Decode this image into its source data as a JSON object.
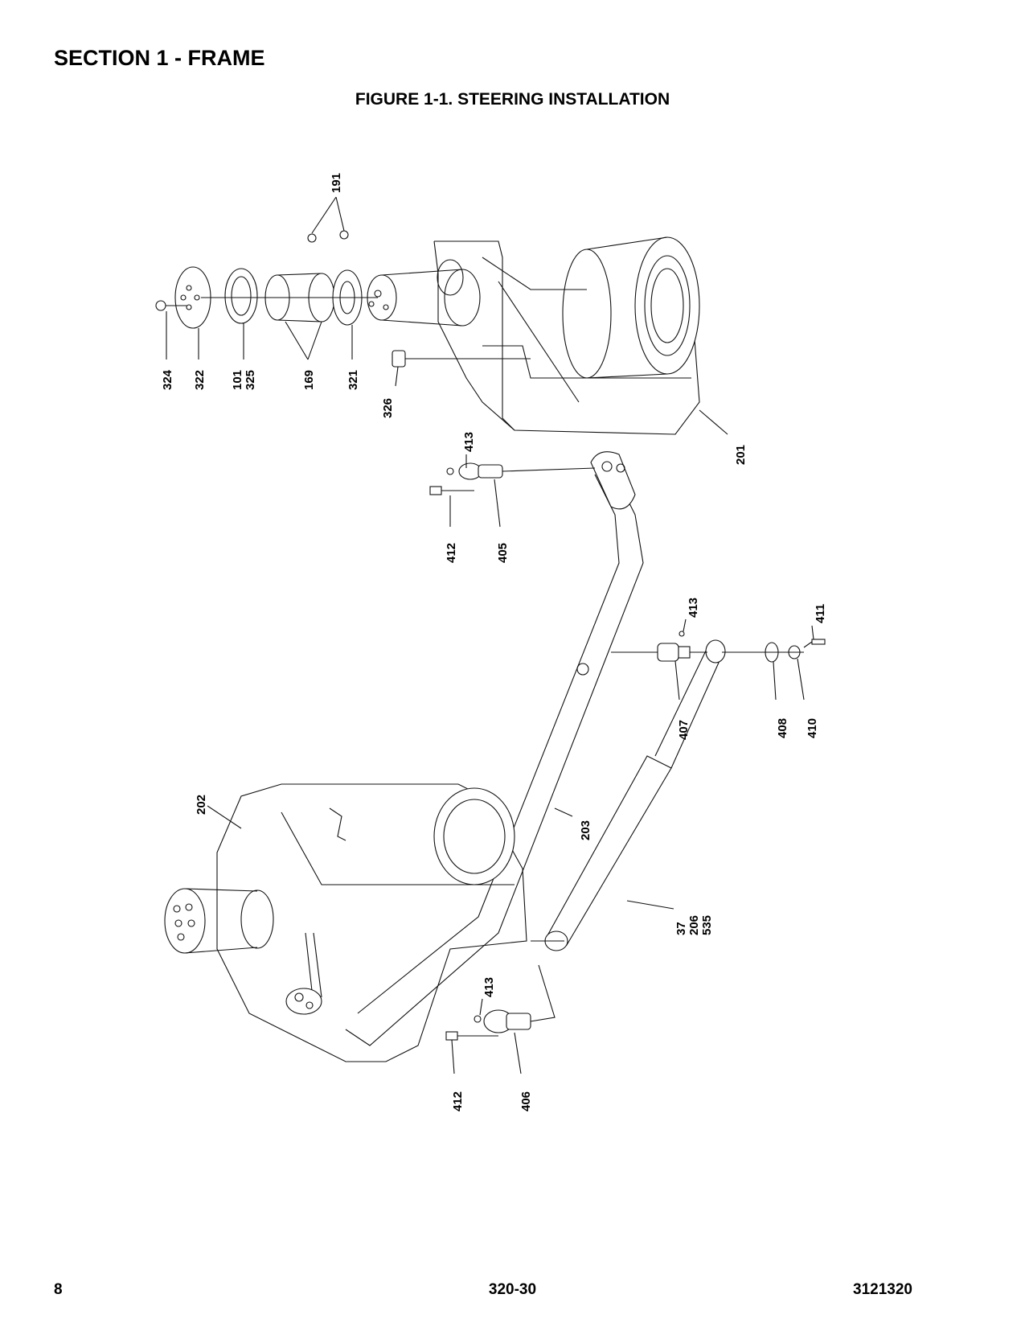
{
  "header": {
    "section_title": "SECTION 1 - FRAME",
    "figure_title": "FIGURE 1-1. STEERING INSTALLATION"
  },
  "callouts": {
    "c191": "191",
    "c324": "324",
    "c322": "322",
    "c101": "101",
    "c325": "325",
    "c169": "169",
    "c321": "321",
    "c326": "326",
    "c201": "201",
    "c413a": "413",
    "c412a": "412",
    "c405": "405",
    "c413b": "413",
    "c411": "411",
    "c407": "407",
    "c408": "408",
    "c410": "410",
    "c202": "202",
    "c203": "203",
    "c37": "37",
    "c206": "206",
    "c535": "535",
    "c413c": "413",
    "c412b": "412",
    "c406": "406"
  },
  "footer": {
    "page_number": "8",
    "model": "320-30",
    "document_number": "3121320"
  }
}
